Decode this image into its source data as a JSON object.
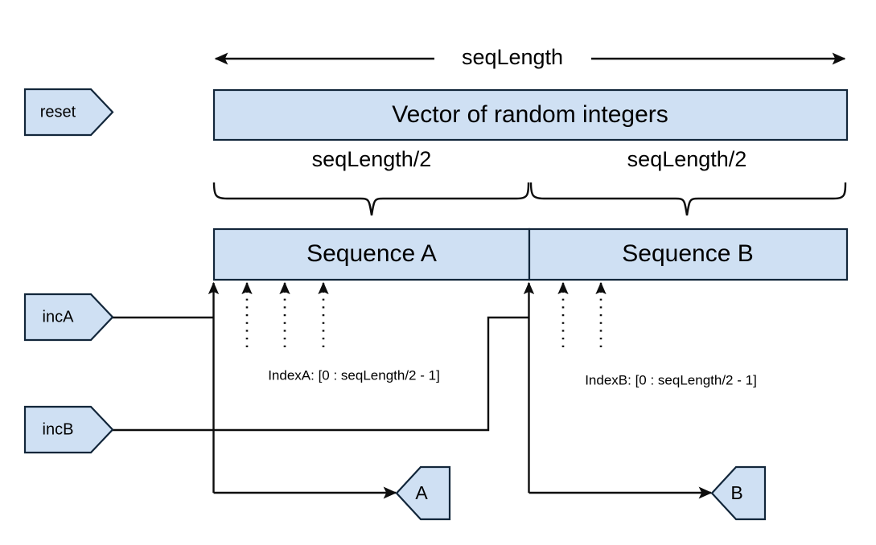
{
  "diagram": {
    "title_dimension_top": "seqLength",
    "vector_box": {
      "label": "Vector of random integers"
    },
    "halves": [
      {
        "name": "half-a",
        "label": "seqLength/2"
      },
      {
        "name": "half-b",
        "label": "seqLength/2"
      }
    ],
    "sequence_boxes": [
      {
        "name": "sequence-a",
        "label": "Sequence A"
      },
      {
        "name": "sequence-b",
        "label": "Sequence B"
      }
    ],
    "control_terminals": [
      {
        "name": "reset",
        "label": "reset"
      },
      {
        "name": "incA",
        "label": "incA"
      },
      {
        "name": "incB",
        "label": "incB"
      }
    ],
    "output_terminals": [
      {
        "name": "output-a",
        "label": "A"
      },
      {
        "name": "output-b",
        "label": "B"
      }
    ],
    "index_annotations": [
      {
        "name": "indexA",
        "label": "IndexA: [0 : seqLength/2 - 1]"
      },
      {
        "name": "indexB",
        "label": "IndexB: [0 : seqLength/2 - 1]"
      }
    ],
    "colors": {
      "shape_fill": "#cfe0f3",
      "shape_stroke": "#12263a",
      "wire": "#0d0d0d",
      "background": "#ffffff",
      "text": "#000000"
    },
    "pointer_counts": {
      "sequence_a_pointer_arrows": 4,
      "sequence_b_pointer_arrows": 3
    }
  }
}
